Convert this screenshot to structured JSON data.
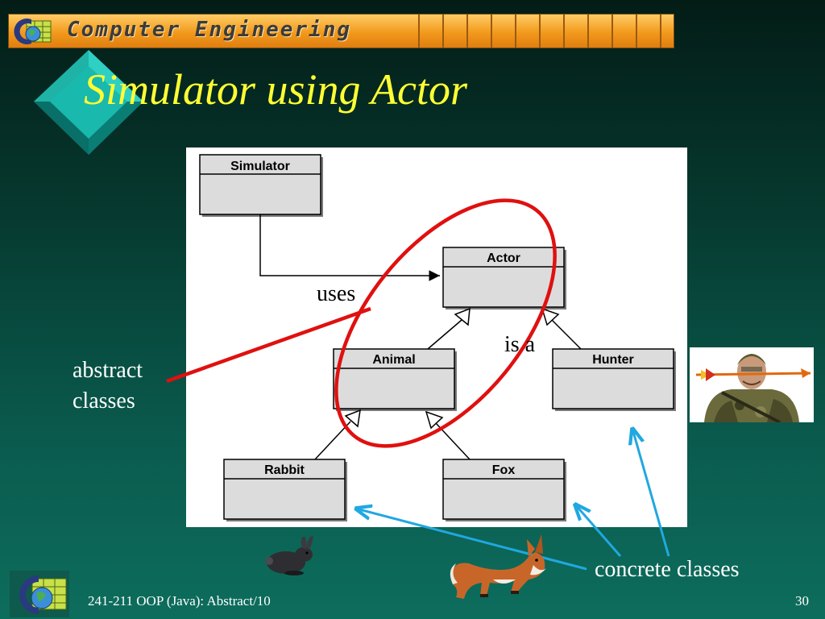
{
  "banner": {
    "title": "Computer Engineering"
  },
  "slide": {
    "title": "Simulator using Actor"
  },
  "diagram": {
    "classes": {
      "simulator": "Simulator",
      "actor": "Actor",
      "animal": "Animal",
      "hunter": "Hunter",
      "rabbit": "Rabbit",
      "fox": "Fox"
    },
    "labels": {
      "uses": "uses",
      "is_a": "is a"
    }
  },
  "annotations": {
    "abstract_line1": "abstract",
    "abstract_line2": "classes",
    "concrete": "concrete classes"
  },
  "colors": {
    "highlight_ellipse": "#e01010",
    "pointer_arrows": "#20a8e0",
    "title": "#ffff33"
  },
  "footer": {
    "course": "241-211 OOP (Java): Abstract/10",
    "page": "30"
  }
}
